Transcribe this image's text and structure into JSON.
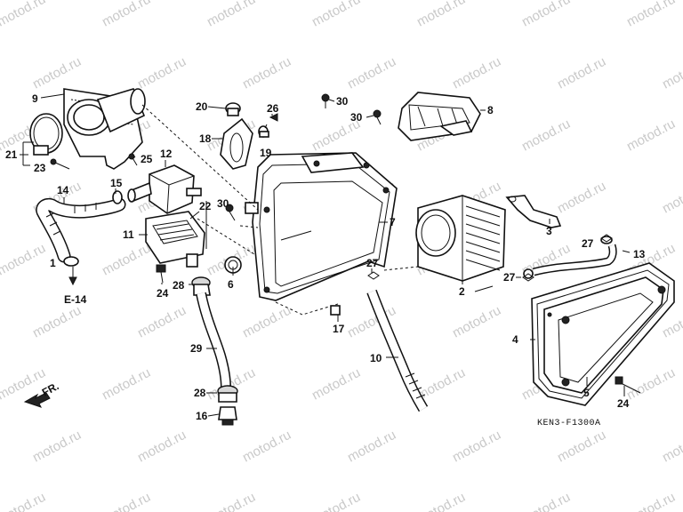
{
  "watermark": "motod.ru",
  "diagram_code": "KEN3-F1300A",
  "front_marker": "FR.",
  "ref_e14": "E-14",
  "callouts": {
    "c1": "1",
    "c2": "2",
    "c3": "3",
    "c4": "4",
    "c5": "5",
    "c6": "6",
    "c7": "7",
    "c8": "8",
    "c9": "9",
    "c10": "10",
    "c11": "11",
    "c12": "12",
    "c13": "13",
    "c14": "14",
    "c15": "15",
    "c16": "16",
    "c17": "17",
    "c18": "18",
    "c19": "19",
    "c20": "20",
    "c21": "21",
    "c22": "22",
    "c23": "23",
    "c24a": "24",
    "c24b": "24",
    "c25": "25",
    "c26": "26",
    "c27a": "27",
    "c27b": "27",
    "c27c": "27",
    "c28a": "28",
    "c28b": "28",
    "c29": "29",
    "c30a": "30",
    "c30b": "30",
    "c30c": "30"
  }
}
